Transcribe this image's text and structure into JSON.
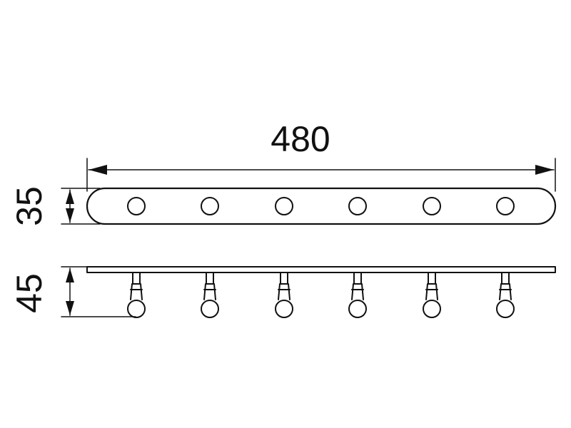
{
  "dimensions": {
    "length": "480",
    "height": "35",
    "depth": "45"
  },
  "hook_count": 6,
  "colors": {
    "line": "#111111",
    "background": "#ffffff"
  }
}
